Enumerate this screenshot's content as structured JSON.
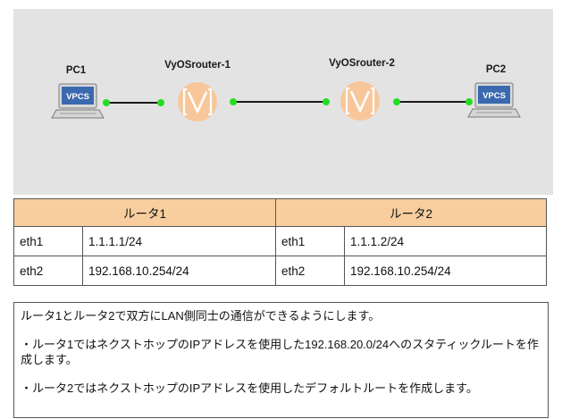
{
  "topology": {
    "nodes": [
      {
        "id": "pc1",
        "label": "PC1",
        "type": "vpcs",
        "icon_text": "VPCS",
        "icon": "vpcs-computer-icon"
      },
      {
        "id": "r1",
        "label": "VyOSrouter-1",
        "type": "router",
        "icon": "vyos-router-icon"
      },
      {
        "id": "r2",
        "label": "VyOSrouter-2",
        "type": "router",
        "icon": "vyos-router-icon"
      },
      {
        "id": "pc2",
        "label": "PC2",
        "type": "vpcs",
        "icon_text": "VPCS",
        "icon": "vpcs-computer-icon"
      }
    ],
    "links": [
      {
        "from": "pc1",
        "to": "r1"
      },
      {
        "from": "r1",
        "to": "r2"
      },
      {
        "from": "r2",
        "to": "pc2"
      }
    ],
    "colors": {
      "canvas": "#e3e3e3",
      "link": "#1a1a1a",
      "port": "#22dd22",
      "router_fill": "#f7c79b",
      "vpcs_screen": "#3a69b0"
    }
  },
  "table": {
    "header_color": "#f8ce9f",
    "headers": [
      "ルータ1",
      "ルータ2"
    ],
    "rows": [
      [
        "eth1",
        "1.1.1.1/24",
        "eth1",
        "1.1.1.2/24"
      ],
      [
        "eth2",
        "192.168.10.254/24",
        "eth2",
        "192.168.10.254/24"
      ]
    ]
  },
  "description": {
    "line1": "ルータ1とルータ2で双方にLAN側同士の通信ができるようにします。",
    "line2a": "・ルータ1ではネクストホップのIPアドレスを使用した192.168.20.0/24へのスタティックルートを作",
    "line2b": "成します。",
    "line3": "・ルータ2ではネクストホップのIPアドレスを使用したデフォルトルートを作成します。"
  }
}
